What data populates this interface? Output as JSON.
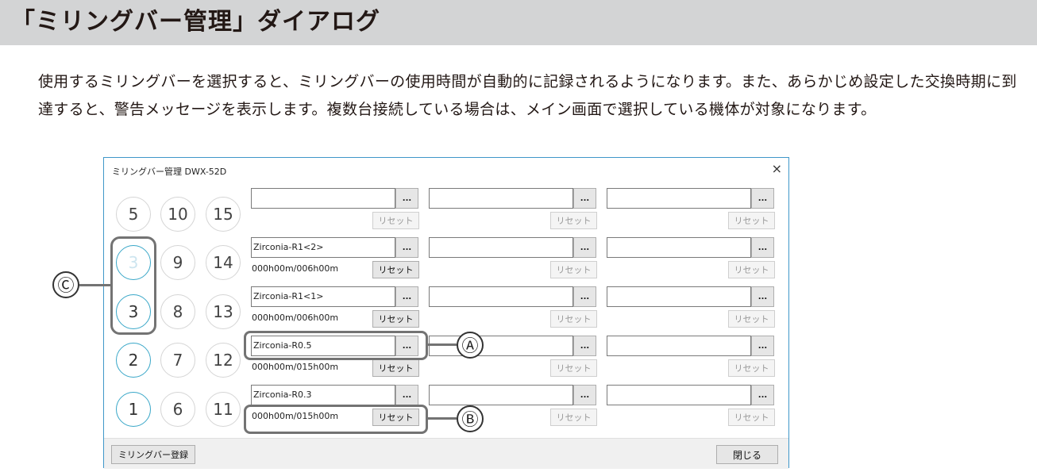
{
  "heading": "「ミリングバー管理」ダイアログ",
  "description": "使用するミリングバーを選択すると、ミリングバーの使用時間が自動的に記録されるようになります。また、あらかじめ設定した交換時期に到達すると、警告メッセージを表示します。複数台接続している場合は、メイン画面で選択している機体が対象になります。",
  "window": {
    "title": "ミリングバー管理 DWX-52D",
    "close_glyph": "×",
    "browse_label": "...",
    "reset_label": "リセット",
    "register_label": "ミリングバー登録",
    "close_label": "閉じる"
  },
  "circles": [
    [
      {
        "label": "5",
        "state": "normal"
      },
      {
        "label": "10",
        "state": "normal"
      },
      {
        "label": "15",
        "state": "normal"
      }
    ],
    [
      {
        "label": "3",
        "state": "dim"
      },
      {
        "label": "9",
        "state": "normal"
      },
      {
        "label": "14",
        "state": "normal"
      }
    ],
    [
      {
        "label": "3",
        "state": "active"
      },
      {
        "label": "8",
        "state": "normal"
      },
      {
        "label": "13",
        "state": "normal"
      }
    ],
    [
      {
        "label": "2",
        "state": "active"
      },
      {
        "label": "7",
        "state": "normal"
      },
      {
        "label": "12",
        "state": "normal"
      }
    ],
    [
      {
        "label": "1",
        "state": "active"
      },
      {
        "label": "6",
        "state": "normal"
      },
      {
        "label": "11",
        "state": "normal"
      }
    ]
  ],
  "slots": [
    [
      {
        "name": "",
        "time": ""
      },
      {
        "name": "",
        "time": ""
      },
      {
        "name": "",
        "time": ""
      }
    ],
    [
      {
        "name": "Zirconia-R1<2>",
        "time": "000h00m/006h00m"
      },
      {
        "name": "",
        "time": ""
      },
      {
        "name": "",
        "time": ""
      }
    ],
    [
      {
        "name": "Zirconia-R1<1>",
        "time": "000h00m/006h00m"
      },
      {
        "name": "",
        "time": ""
      },
      {
        "name": "",
        "time": ""
      }
    ],
    [
      {
        "name": "Zirconia-R0.5",
        "time": "000h00m/015h00m"
      },
      {
        "name": "",
        "time": ""
      },
      {
        "name": "",
        "time": ""
      }
    ],
    [
      {
        "name": "Zirconia-R0.3",
        "time": "000h00m/015h00m"
      },
      {
        "name": "",
        "time": ""
      },
      {
        "name": "",
        "time": ""
      }
    ]
  ],
  "callouts": {
    "a": "Ⓐ",
    "b": "Ⓑ",
    "c": "Ⓒ"
  }
}
